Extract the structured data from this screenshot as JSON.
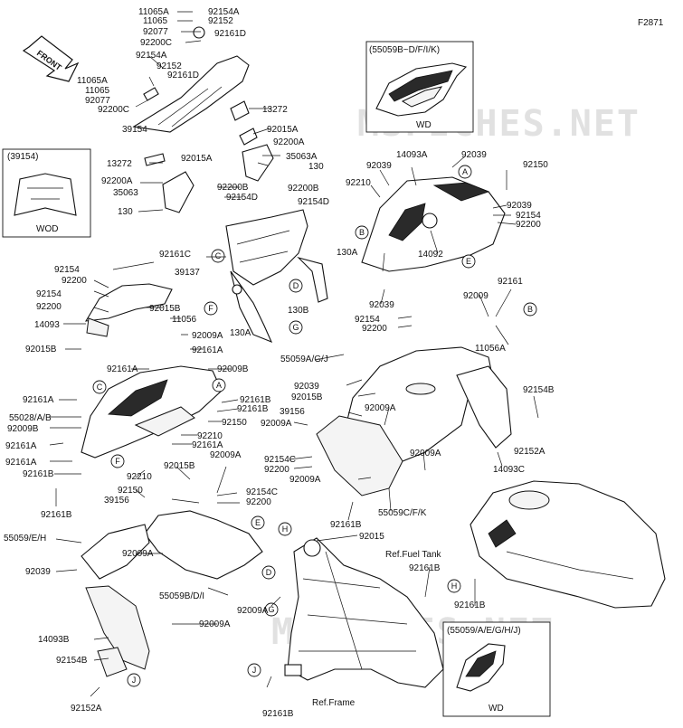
{
  "figure_code": "F2871",
  "front_label": "FRONT",
  "watermarks": [
    "MSFICHES.NET",
    "MSFICHES.NET"
  ],
  "insets": [
    {
      "id": "inset-55059bdfik",
      "title": "(55059B~D/F/I/K)",
      "caption": "WD"
    },
    {
      "id": "inset-39154",
      "title": "(39154)",
      "caption": "WOD"
    },
    {
      "id": "inset-55059aegh",
      "title": "(55059/A/E/G/H/J)",
      "caption": "WD"
    }
  ],
  "refs": [
    "Ref.Fuel Tank",
    "Ref.Frame"
  ],
  "callouts": [
    "A",
    "B",
    "C",
    "D",
    "E",
    "F",
    "G",
    "H",
    "J"
  ],
  "part_labels": [
    "11065A",
    "92154A",
    "11065",
    "92152",
    "92077",
    "92161D",
    "92200C",
    "92154A",
    "92152",
    "11065A",
    "92161D",
    "11065",
    "92077",
    "92200C",
    "13272",
    "92015A",
    "39154",
    "92200A",
    "35063A",
    "130",
    "13272",
    "92015A",
    "92200A",
    "92200B",
    "35063",
    "92154D",
    "92200B",
    "92154D",
    "130",
    "14093A",
    "92039",
    "92039",
    "92150",
    "92210",
    "92039",
    "92154",
    "92200",
    "14092",
    "92161C",
    "39137",
    "92154",
    "92200",
    "92154",
    "92200",
    "92015B",
    "11056",
    "14093",
    "92009A",
    "92015B",
    "92161A",
    "92009B",
    "92161A",
    "130A",
    "130B",
    "130A",
    "92039",
    "92154",
    "92200",
    "92161",
    "92009",
    "11056A",
    "55059A/G/J",
    "92039",
    "92015B",
    "39156",
    "92009A",
    "92009A",
    "92154B",
    "92154C",
    "92200",
    "92009A",
    "92009A",
    "92152A",
    "14093C",
    "92161B",
    "55059C/F/K",
    "92161A",
    "55028/A/B",
    "92009B",
    "92161A",
    "92161A",
    "92161B",
    "92161B",
    "92161B",
    "92150",
    "92210",
    "92161A",
    "92210",
    "92015B",
    "92009A",
    "92150",
    "39156",
    "92154C",
    "92200",
    "92161B",
    "55059/E/H",
    "92039",
    "92009A",
    "92015",
    "92161B",
    "55059B/D/I",
    "92009A",
    "92161B",
    "92009A",
    "14093B",
    "92154B",
    "92152A",
    "92161B"
  ]
}
